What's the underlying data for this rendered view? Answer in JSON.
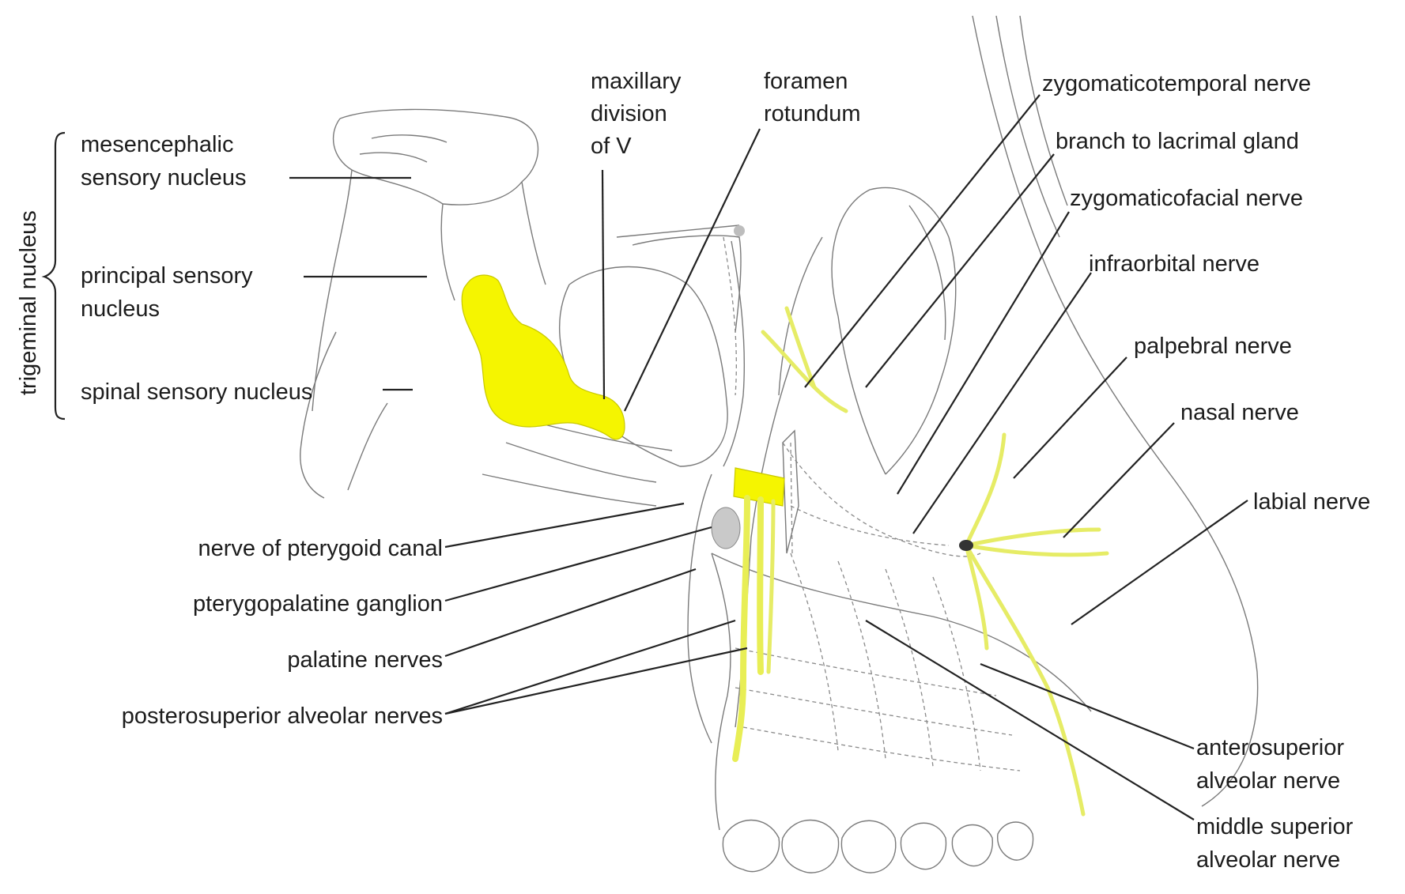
{
  "labels": {
    "trigeminal_nucleus": "trigeminal nucleus",
    "mesencephalic": [
      "mesencephalic",
      "sensory nucleus"
    ],
    "principal": [
      "principal sensory",
      "nucleus"
    ],
    "spinal": "spinal sensory nucleus",
    "maxillary": [
      "maxillary",
      "division",
      "of V"
    ],
    "foramen": [
      "foramen",
      "rotundum"
    ],
    "zygomaticotemporal": "zygomaticotemporal nerve",
    "lacrimal": "branch to lacrimal gland",
    "zygomaticofacial": "zygomaticofacial nerve",
    "infraorbital": "infraorbital nerve",
    "palpebral": "palpebral nerve",
    "nasal": "nasal nerve",
    "labial": "labial nerve",
    "pterygoid_canal": "nerve of pterygoid canal",
    "pterygopalatine": "pterygopalatine ganglion",
    "palatine": "palatine nerves",
    "posterosuperior": "posterosuperior alveolar nerves",
    "anterosuperior": [
      "anterosuperior",
      "alveolar nerve"
    ],
    "middle_superior": [
      "middle superior",
      "alveolar nerve"
    ]
  },
  "colors": {
    "nerve_fill": "#f5f500",
    "nerve_branch": "#e8ee55",
    "line": "#222222",
    "text": "#1c1c1c"
  }
}
